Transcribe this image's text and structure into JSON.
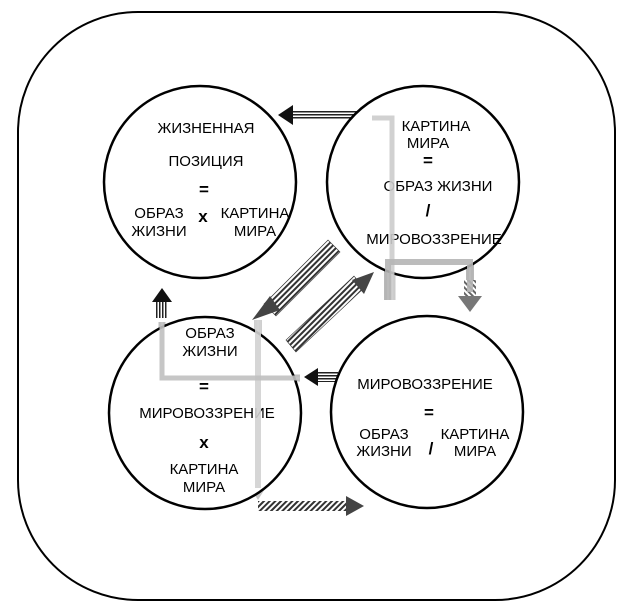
{
  "circles": {
    "top_left": {
      "line1": "ЖИЗНЕННАЯ",
      "line2": "ПОЗИЦИЯ",
      "equals": "=",
      "left_line1": "ОБРАЗ",
      "left_line2": "ЖИЗНИ",
      "operator": "x",
      "right_line1": "КАРТИНА",
      "right_line2": "МИРА"
    },
    "top_right": {
      "line1": "КАРТИНА",
      "line2": "МИРА",
      "equals": "=",
      "line3": "ОБРАЗ ЖИЗНИ",
      "operator": "/",
      "line4": "МИРОВОЗЗРЕНИЕ"
    },
    "bottom_left": {
      "line1": "ОБРАЗ",
      "line2": "ЖИЗНИ",
      "equals": "=",
      "line3": "МИРОВОЗЗРЕНИЕ",
      "operator": "x",
      "line4": "КАРТИНА",
      "line5": "МИРА"
    },
    "bottom_right": {
      "line1": "МИРОВОЗЗРЕНИЕ",
      "equals": "=",
      "left_line1": "ОБРАЗ",
      "left_line2": "ЖИЗНИ",
      "operator": "/",
      "right_line1": "КАРТИНА",
      "right_line2": "МИРА"
    }
  },
  "colors": {
    "outline": "#000000",
    "arrow_black": "#111111",
    "arrow_dark_hatch": "#555555",
    "arrow_light_gray": "#c8c8c8",
    "arrow_mid_gray": "#9a9a9a"
  }
}
